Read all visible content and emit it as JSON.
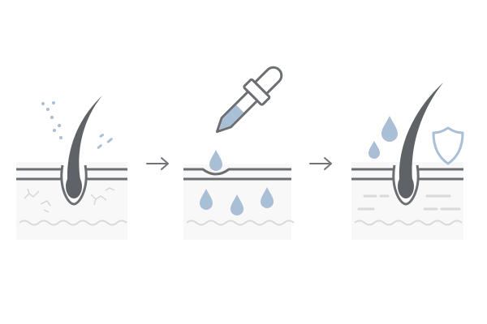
{
  "colors": {
    "background": "#ffffff",
    "outline": "#6b6e72",
    "hair": "#5f6368",
    "drop": "#a9bfd6",
    "skin_fill": "#f8f8f8",
    "texture": "#d9d9d9",
    "arrow": "#707478"
  },
  "icons": {
    "hair_follicle": "hair-follicle-icon",
    "dropper": "dropper-icon",
    "drop": "water-drop-icon",
    "arrow": "arrow-right-icon",
    "shield": "shield-icon"
  },
  "panels": [
    {
      "state": "dry-skin-before"
    },
    {
      "state": "applying-serum"
    },
    {
      "state": "hydrated-protected"
    }
  ]
}
